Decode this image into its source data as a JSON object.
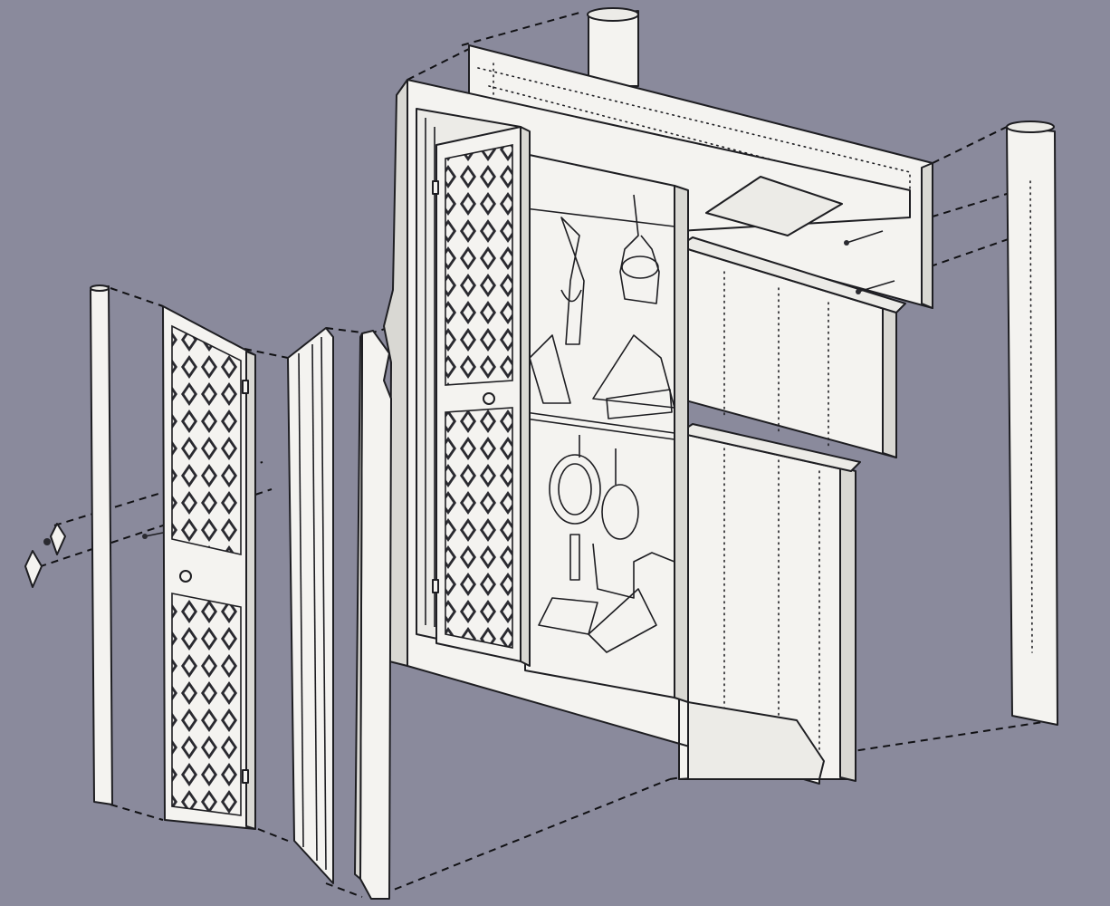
{
  "figure": {
    "background_color": "#8a8a9c",
    "line_color": "#1e1e22",
    "part_fill_color": "#f4f3f0",
    "parts": [
      "left-casing-strip",
      "lattice-door-detached",
      "molding-strip-left",
      "molding-strip-inner",
      "shadow-box-frame",
      "open-lattice-door",
      "top-back-board",
      "upper-back-board",
      "lower-back-board",
      "right-casing-strip",
      "wall-post",
      "door-knob-parts"
    ]
  }
}
